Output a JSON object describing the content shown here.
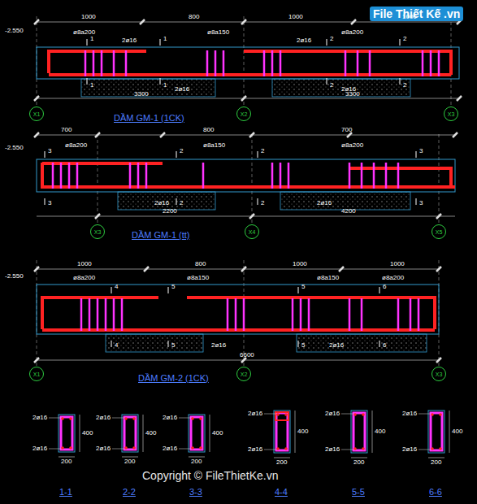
{
  "diagram": {
    "nodes": [
      {
        "text": [
          "X1"
        ]
      },
      {
        "text": [
          "X2"
        ]
      },
      {
        "text": [
          "X3"
        ]
      },
      {
        "text": [
          "X3"
        ]
      },
      {
        "text": [
          "X4"
        ]
      },
      {
        "text": [
          "X5"
        ]
      },
      {
        "text": [
          "X1"
        ]
      },
      {
        "text": [
          "X2"
        ]
      },
      {
        "text": [
          "X3"
        ]
      }
    ],
    "labels": [
      "File Thiết Kế .vn",
      "-2.550",
      "1000",
      "800",
      "1000",
      "1000",
      "ø8a200",
      "ø8a150",
      "ø8a200",
      "2ø16",
      "2ø16",
      "1",
      "1",
      "2",
      "2",
      "1",
      "1",
      "2",
      "2",
      "2ø16",
      "2ø16",
      "3300",
      "3300",
      "DẦM GM-1 (1CK)",
      "-2.550",
      "700",
      "800",
      "700",
      "ø8a200",
      "ø8a150",
      "ø8a200",
      "3",
      "2",
      "2",
      "3",
      "3",
      "2",
      "2",
      "3",
      "2ø16",
      "2ø16",
      "2200",
      "4200",
      "DẦM GM-1 (tt)",
      "-2.550",
      "1000",
      "800",
      "1000",
      "1000",
      "ø8a200",
      "ø8a150",
      "ø8a150",
      "ø8a200",
      "4",
      "5",
      "5",
      "6",
      "4",
      "5",
      "5",
      "6",
      "2ø16",
      "2ø16",
      "6600",
      "DẦM GM-2 (1CK)",
      "2ø16",
      "2ø16",
      "200",
      "400",
      "1-1",
      "2ø16",
      "2ø16",
      "200",
      "400",
      "2-2",
      "2ø16",
      "2ø16",
      "200",
      "400",
      "3-3",
      "2ø16",
      "2ø16",
      "200",
      "400",
      "4-4",
      "2ø16",
      "2ø16",
      "200",
      "400",
      "5-5",
      "2ø16",
      "2ø16",
      "200",
      "400",
      "6-6",
      "Copyright © FileThietKe.vn"
    ]
  }
}
